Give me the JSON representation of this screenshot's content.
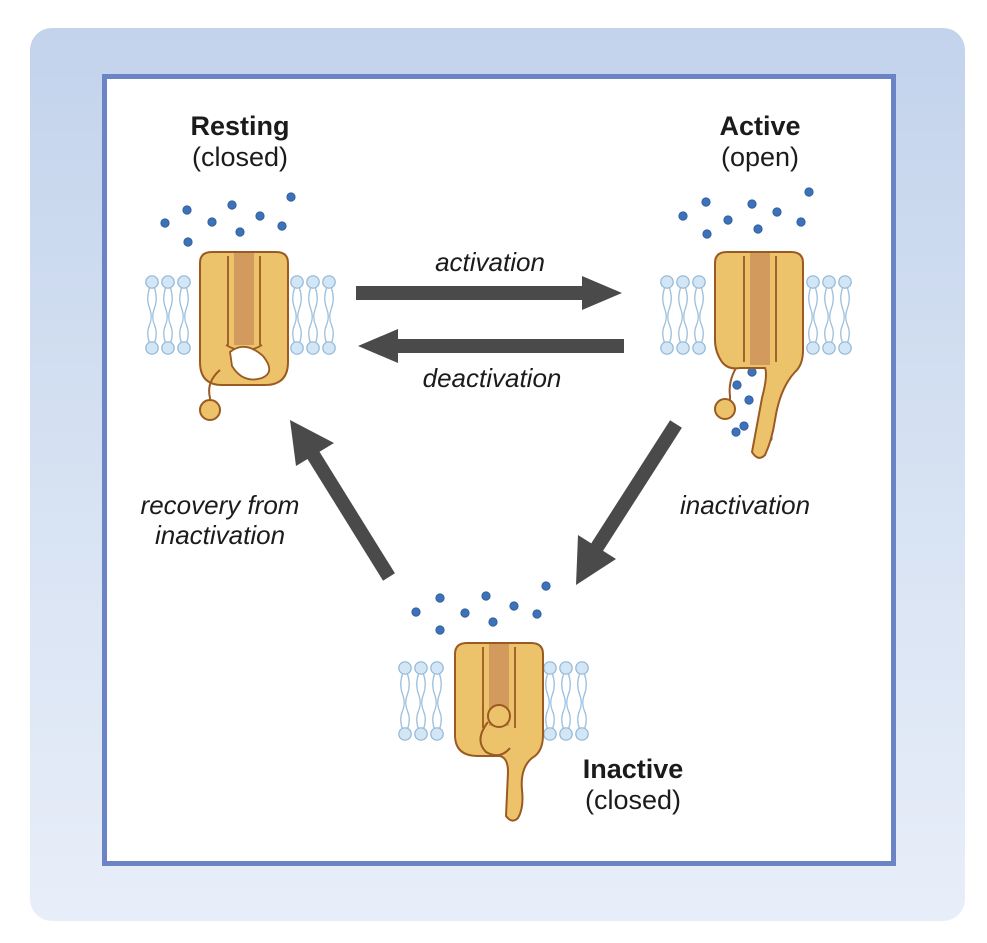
{
  "states": {
    "resting": {
      "title": "Resting",
      "subtitle": "(closed)"
    },
    "active": {
      "title": "Active",
      "subtitle": "(open)"
    },
    "inactive": {
      "title": "Inactive",
      "subtitle": "(closed)"
    }
  },
  "transitions": {
    "activation": "activation",
    "deactivation": "deactivation",
    "inactivation": "inactivation",
    "recovery_line1": "recovery from",
    "recovery_line2": "inactivation"
  },
  "colors": {
    "panel_gradient_top": "#c3d3ec",
    "panel_gradient_bottom": "#e8eef9",
    "frame_border": "#6b84c6",
    "arrow": "#4a4a4a",
    "channel_body": "#ecc36a",
    "channel_pore": "#d39a5d",
    "channel_outline": "#9a5a22",
    "lipid": "#d3e6f5",
    "ion": "#3d72b8"
  }
}
